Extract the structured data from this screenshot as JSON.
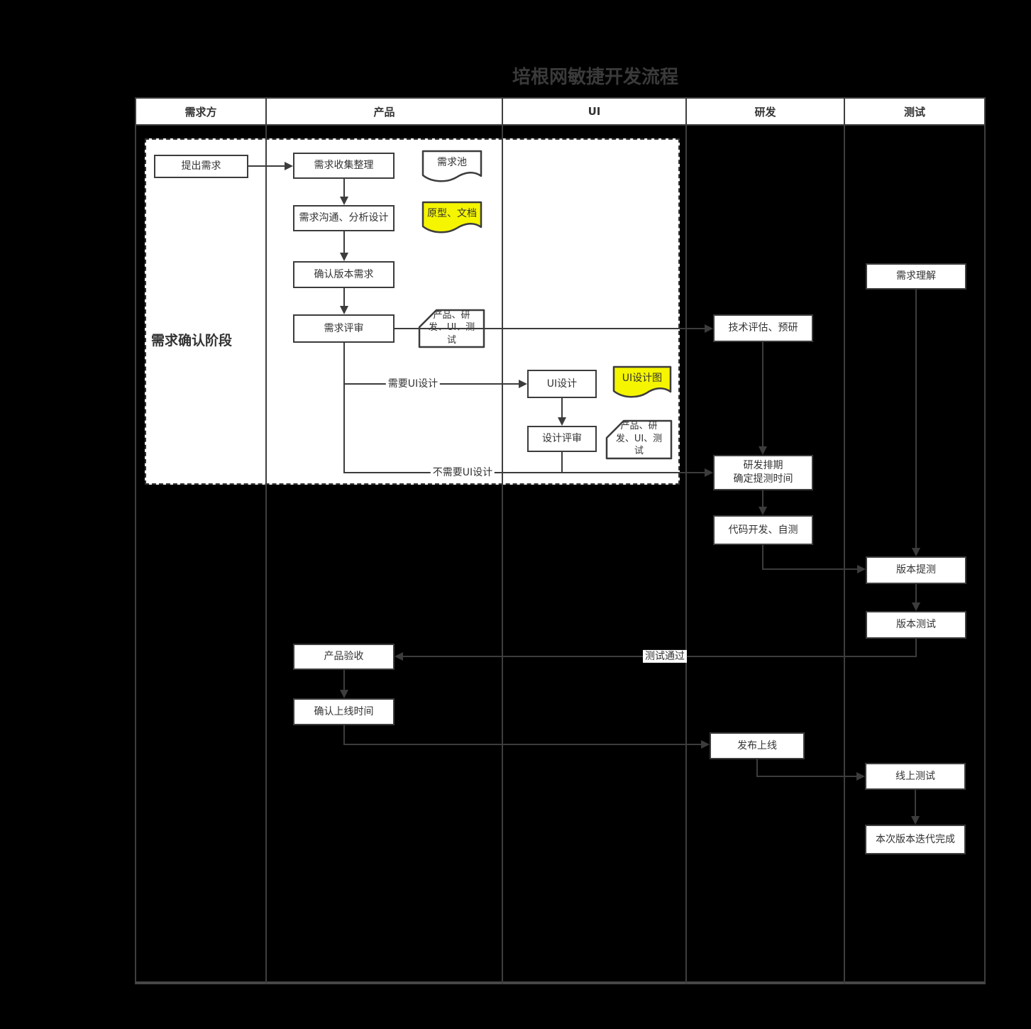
{
  "title": "培根网敏捷开发流程",
  "lanes": [
    {
      "label": "需求方"
    },
    {
      "label": "产品"
    },
    {
      "label": "UI"
    },
    {
      "label": "研发"
    },
    {
      "label": "测试"
    }
  ],
  "stage": {
    "label": "需求确认阶段"
  },
  "nodes": {
    "propose": {
      "label": "提出需求"
    },
    "collect": {
      "label": "需求收集整理"
    },
    "analyze": {
      "label": "需求沟通、分析设计"
    },
    "confirm_version": {
      "label": "确认版本需求"
    },
    "req_review": {
      "label": "需求评审"
    },
    "req_pool": {
      "label": "需求池"
    },
    "prototype_doc": {
      "label": "原型、文档"
    },
    "review_members": {
      "label": "产品、研\n发、UI、测\n试"
    },
    "ui_design": {
      "label": "UI设计"
    },
    "ui_mock": {
      "label": "UI设计图"
    },
    "design_review": {
      "label": "设计评审"
    },
    "design_members": {
      "label": "产品、研\n发、UI、测\n试"
    },
    "tech_eval": {
      "label": "技术评估、预研"
    },
    "dev_schedule": {
      "label": "研发排期\n确定提测时间"
    },
    "coding": {
      "label": "代码开发、自测"
    },
    "release": {
      "label": "发布上线"
    },
    "understand": {
      "label": "需求理解"
    },
    "submit_test": {
      "label": "版本提测"
    },
    "version_test": {
      "label": "版本测试"
    },
    "online_test": {
      "label": "线上测试"
    },
    "iteration_done": {
      "label": "本次版本迭代完成"
    },
    "acceptance": {
      "label": "产品验收"
    },
    "confirm_launch": {
      "label": "确认上线时间"
    }
  },
  "edge_labels": {
    "need_ui": "需要UI设计",
    "no_ui": "不需要UI设计",
    "test_pass": "测试通过"
  },
  "colors": {
    "background": "#000000",
    "line": "#3c3c3c",
    "node_fill": "#ffffff",
    "highlight_fill": "#f5f500",
    "text": "#333333"
  }
}
